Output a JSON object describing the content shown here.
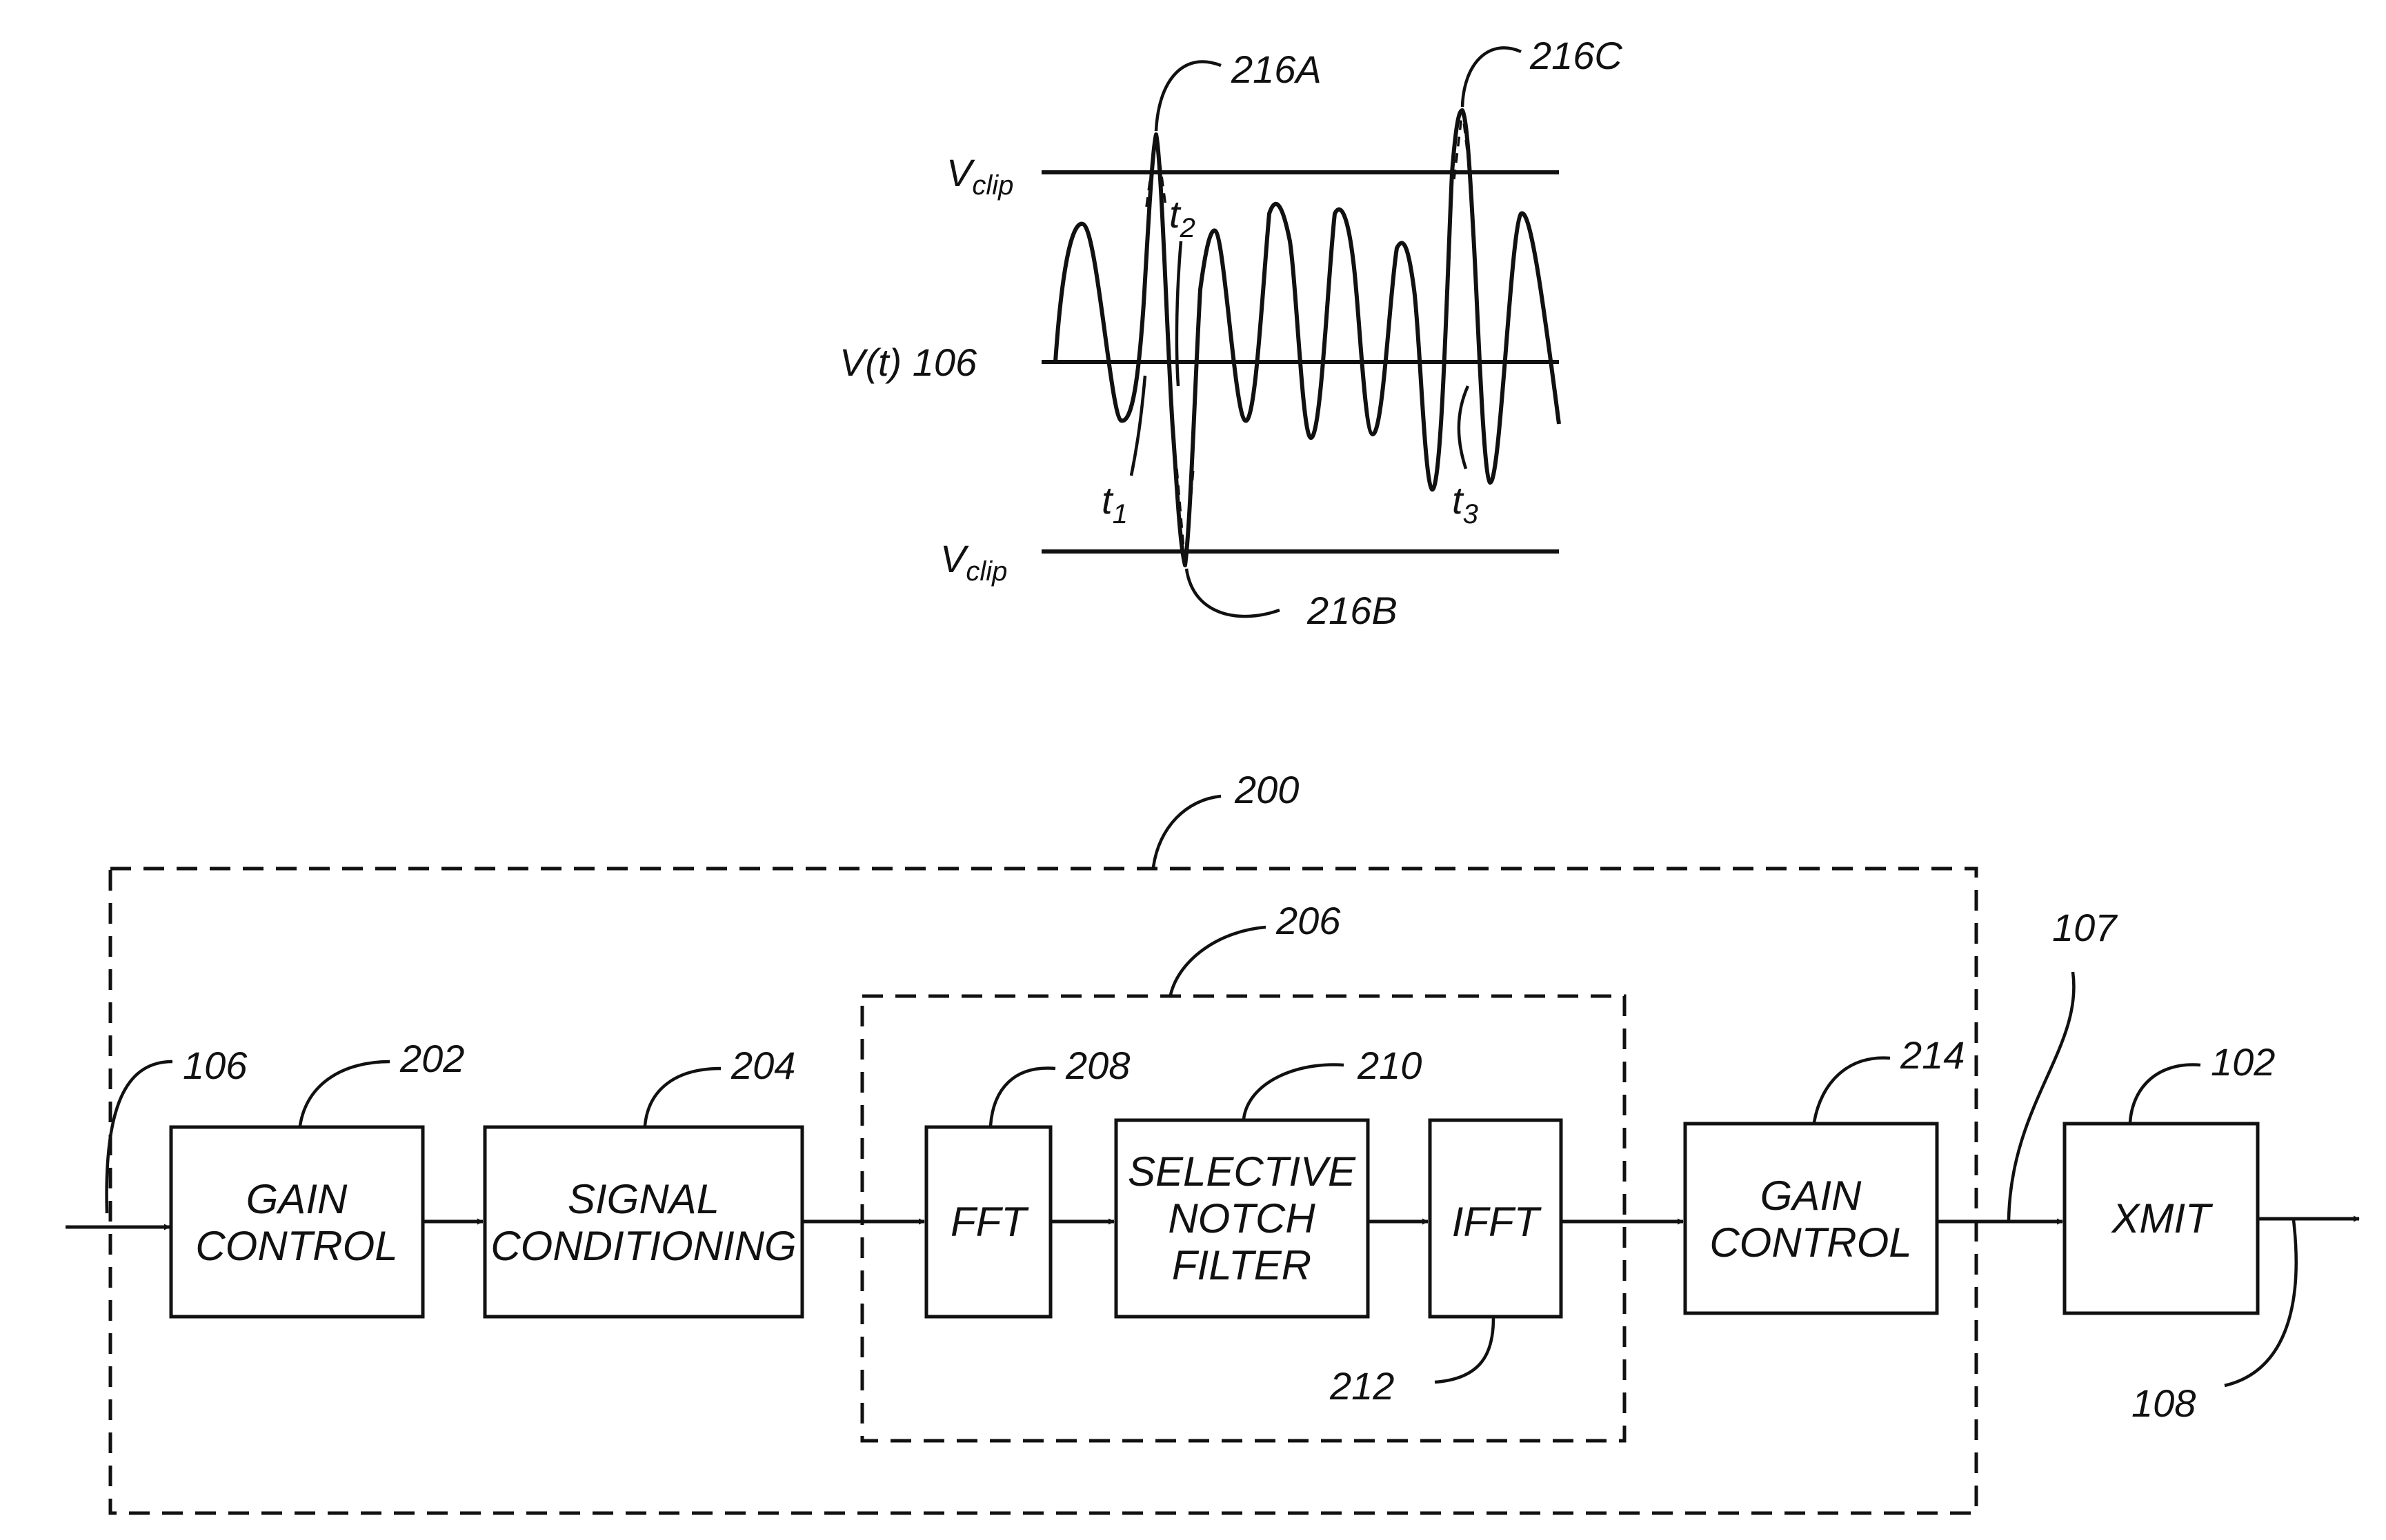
{
  "waveform": {
    "vclip_top_main": "V",
    "vclip_top_sub": "clip",
    "vclip_bottom_main": "V",
    "vclip_bottom_sub": "clip",
    "signal_label": "V(t) 106",
    "t1_main": "t",
    "t1_sub": "1",
    "t2_main": "t",
    "t2_sub": "2",
    "t3_main": "t",
    "t3_sub": "3",
    "peak_a": "216A",
    "peak_b": "216B",
    "peak_c": "216C"
  },
  "block_diagram": {
    "system_ref": "200",
    "subsystem_ref": "206",
    "input_ref": "106",
    "output_ref": "107",
    "xmit_out_ref": "108",
    "blocks": {
      "gain_control_1": {
        "lines": [
          "GAIN",
          "CONTROL"
        ],
        "ref": "202"
      },
      "signal_conditioning": {
        "lines": [
          "SIGNAL",
          "CONDITIONING"
        ],
        "ref": "204"
      },
      "fft": {
        "lines": [
          "FFT"
        ],
        "ref": "208"
      },
      "notch_filter": {
        "lines": [
          "SELECTIVE",
          "NOTCH",
          "FILTER"
        ],
        "ref": "210"
      },
      "ifft": {
        "lines": [
          "IFFT"
        ],
        "ref": "212"
      },
      "gain_control_2": {
        "lines": [
          "GAIN",
          "CONTROL"
        ],
        "ref": "214"
      },
      "xmit": {
        "lines": [
          "XMIT"
        ],
        "ref": "102"
      }
    }
  }
}
